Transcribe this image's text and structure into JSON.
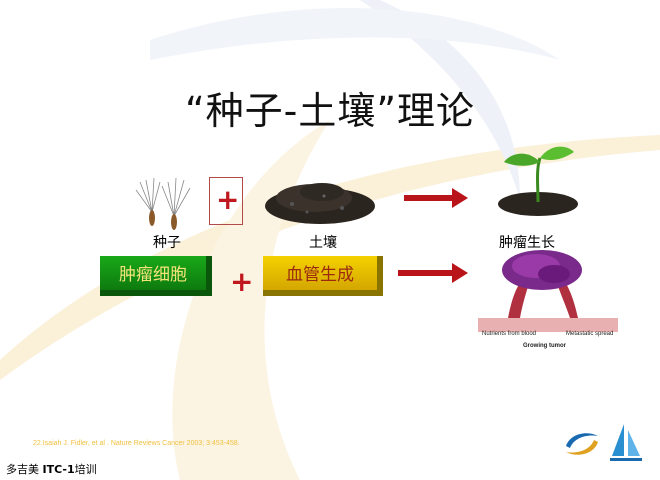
{
  "slide": {
    "title": "“种子-土壤”理论",
    "label_seed": "种子",
    "label_soil": "土壤",
    "label_growth": "肿瘤生长",
    "box_tumor": "肿瘤细胞",
    "box_angio": "血管生成",
    "plus_top": "+",
    "plus_bottom": "+",
    "tumor_caption_left": "Nutrients from blood",
    "tumor_caption_right": "Metastatic spread",
    "tumor_caption_bottom": "Growing tumor",
    "citation": "22.Isaiah J. Fidler, et al . Nature Reviews Cancer 2003; 3:453-458.",
    "footer_name": "多吉美 ",
    "footer_bold": "ITC-1",
    "footer_suffix": "培训"
  },
  "colors": {
    "arrow": "#b8141a",
    "tumor_box": "#19a919",
    "angio_box": "#f4d200"
  }
}
